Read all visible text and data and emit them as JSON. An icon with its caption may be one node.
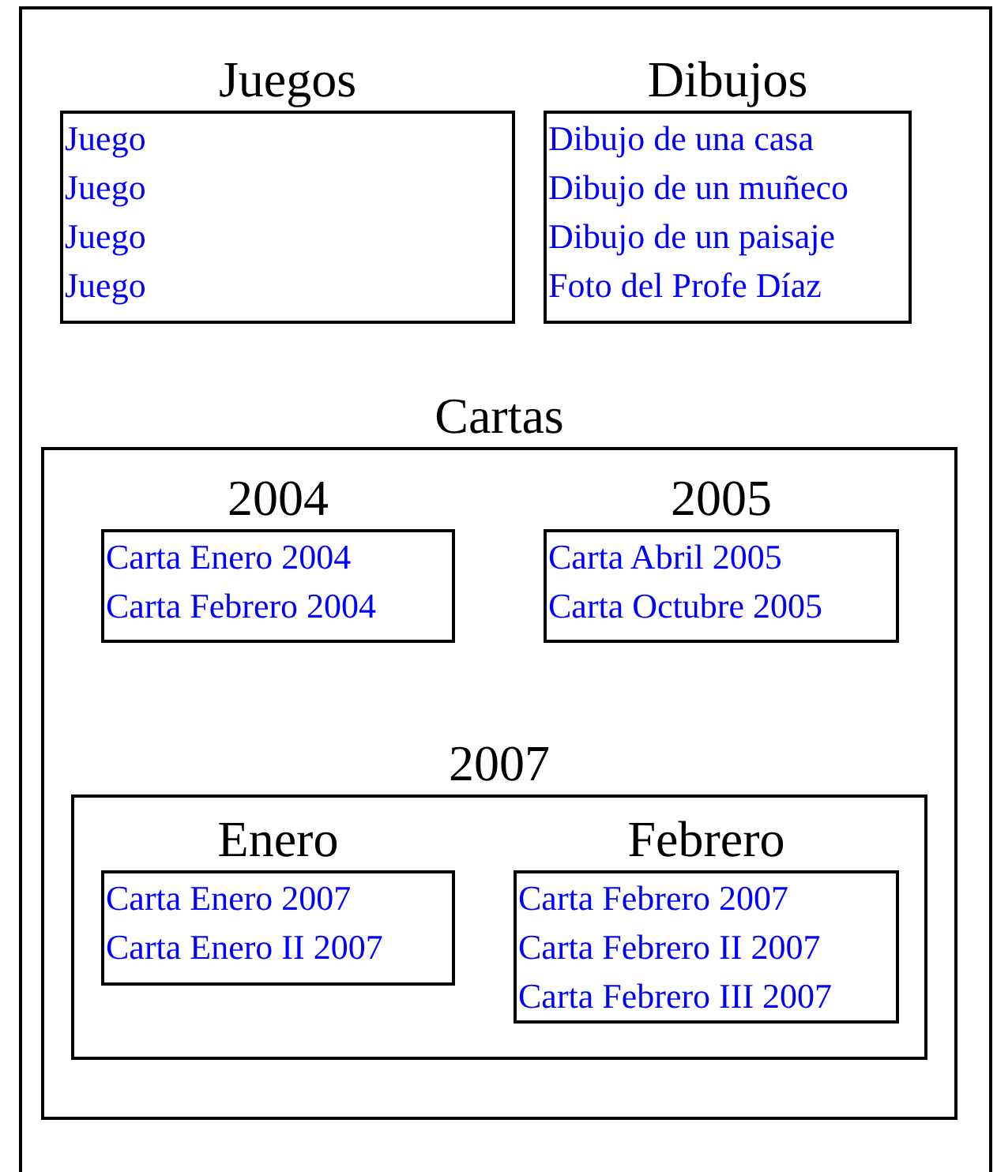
{
  "diagram": {
    "nodes": [
      {
        "text": [],
        "shape": "box"
      },
      {
        "text": [
          "Juegos",
          "Juego",
          "Juego",
          "Juego",
          "Juego"
        ],
        "in": 0
      },
      {
        "text": [
          "Dibujos",
          "Dibujo de una casa",
          "Dibujo de un muñeco",
          "Dibujo de un paisaje",
          "Foto del Profe Díaz"
        ],
        "in": 0
      },
      {
        "text": [
          "Cartas"
        ],
        "in": 0
      },
      {
        "text": [
          "2004",
          "Carta Enero 2004",
          "Carta Febrero 2004"
        ],
        "in": 3
      },
      {
        "text": [
          "2005",
          "Carta Abril 2005",
          "Carta Octubre 2005"
        ],
        "in": 3
      },
      {
        "text": [
          "2007"
        ],
        "in": 3
      },
      {
        "text": [
          "Enero",
          "Carta Enero 2007",
          "Carta Enero II 2007"
        ],
        "in": 6
      },
      {
        "text": [
          "Febrero",
          "Carta Febrero 2007",
          "Carta Febrero II 2007",
          "Carta Febrero III 2007"
        ],
        "in": 6
      }
    ]
  }
}
